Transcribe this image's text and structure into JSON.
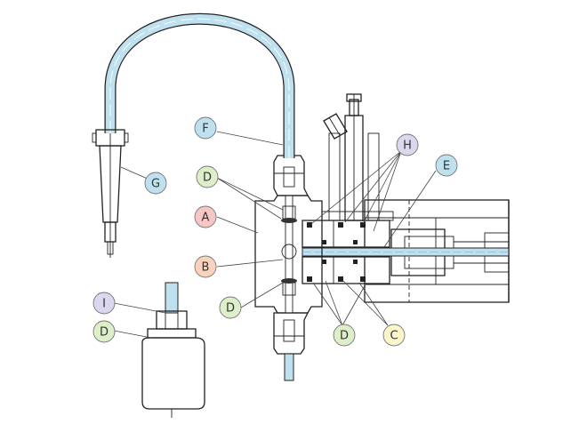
{
  "colors": {
    "red": "#f6c7c4",
    "yellow": "#fbf5c9",
    "blue": "#bfe0ee",
    "green": "#dcefc9",
    "orange": "#fbd3bd",
    "purple": "#dad7ef",
    "line": "#222222"
  },
  "callouts": [
    {
      "id": "A",
      "text": "A",
      "color": "red"
    },
    {
      "id": "B",
      "text": "B",
      "color": "orange"
    },
    {
      "id": "C",
      "text": "C",
      "color": "yellow"
    },
    {
      "id": "D1",
      "text": "D",
      "color": "green"
    },
    {
      "id": "D2",
      "text": "D",
      "color": "green"
    },
    {
      "id": "D3",
      "text": "D",
      "color": "green"
    },
    {
      "id": "D4",
      "text": "D",
      "color": "green"
    },
    {
      "id": "E",
      "text": "E",
      "color": "blue"
    },
    {
      "id": "F",
      "text": "F",
      "color": "blue"
    },
    {
      "id": "G",
      "text": "G",
      "color": "blue"
    },
    {
      "id": "H",
      "text": "H",
      "color": "purple"
    },
    {
      "id": "I",
      "text": "I",
      "color": "purple"
    }
  ]
}
